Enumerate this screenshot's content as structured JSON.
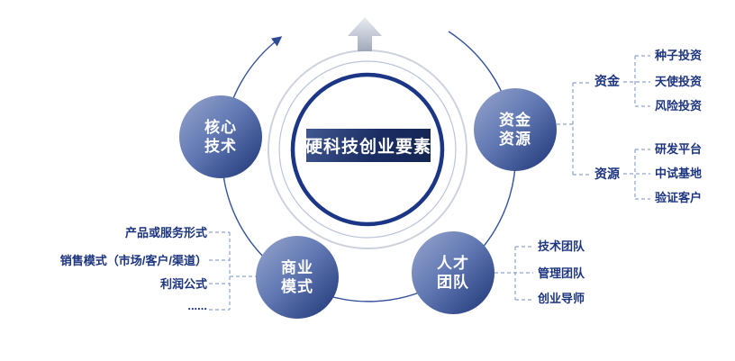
{
  "diagram": {
    "center": {
      "label": "硬科技创业要素"
    },
    "nodes": [
      {
        "id": "core-tech",
        "line1": "核心",
        "line2": "技术"
      },
      {
        "id": "capital-resources",
        "line1": "资金",
        "line2": "资源"
      },
      {
        "id": "business-model",
        "line1": "商业",
        "line2": "模式"
      },
      {
        "id": "talent-team",
        "line1": "人才",
        "line2": "团队"
      }
    ],
    "capital_group": {
      "label": "资金",
      "items": [
        "种子投资",
        "天使投资",
        "风险投资"
      ]
    },
    "resource_group": {
      "label": "资源",
      "items": [
        "研发平台",
        "中试基地",
        "验证客户"
      ]
    },
    "talent_group": {
      "items": [
        "技术团队",
        "管理团队",
        "创业导师"
      ]
    },
    "business_group": {
      "items": [
        "产品或服务形式",
        "销售模式（市场/客户/渠道）",
        "利润公式",
        "......"
      ]
    },
    "colors": {
      "node_gradient_start": "#98a6cc",
      "node_gradient_end": "#1e3577",
      "center_box_start": "#41588f",
      "center_box_end": "#142551",
      "ring_navy": "#1c3687",
      "ring_gray": "#cdd2dd",
      "ring_light_blue": "#b9c3da",
      "outer_arc": "#33529b",
      "dashed_line": "#8ea3d1",
      "label_text": "#1d357f",
      "arrow_silver_light": "#e8ebf1",
      "arrow_silver_dark": "#9ba4b8"
    }
  }
}
